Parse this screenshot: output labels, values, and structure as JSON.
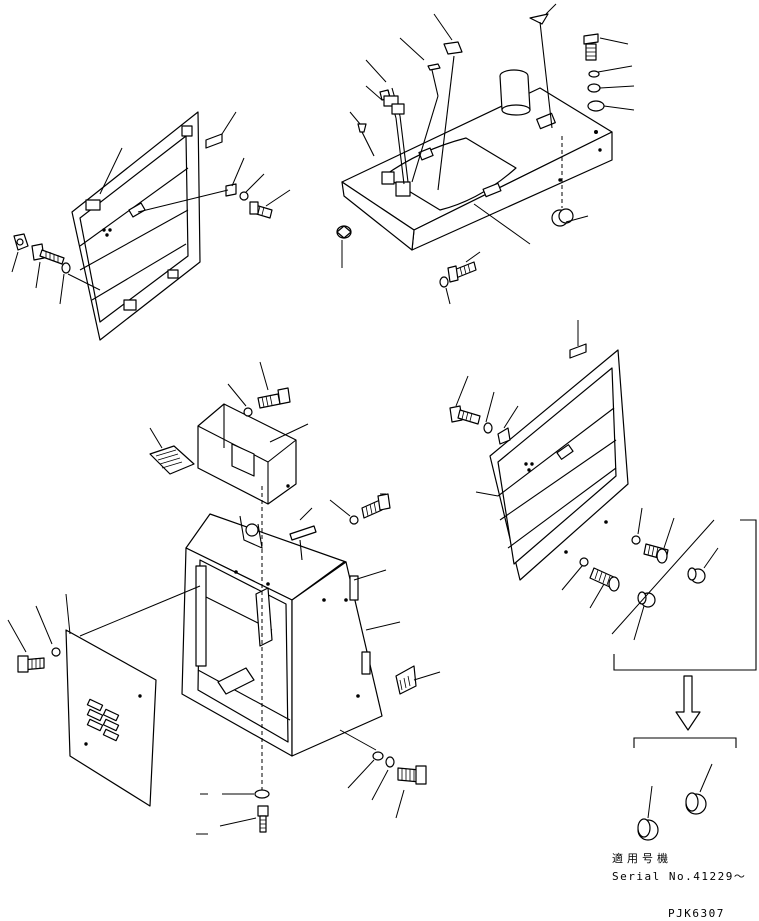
{
  "note": {
    "applicable_label": "適用号機",
    "serial_label": "Serial No.41229～"
  },
  "drawing_code": "PJK6307"
}
